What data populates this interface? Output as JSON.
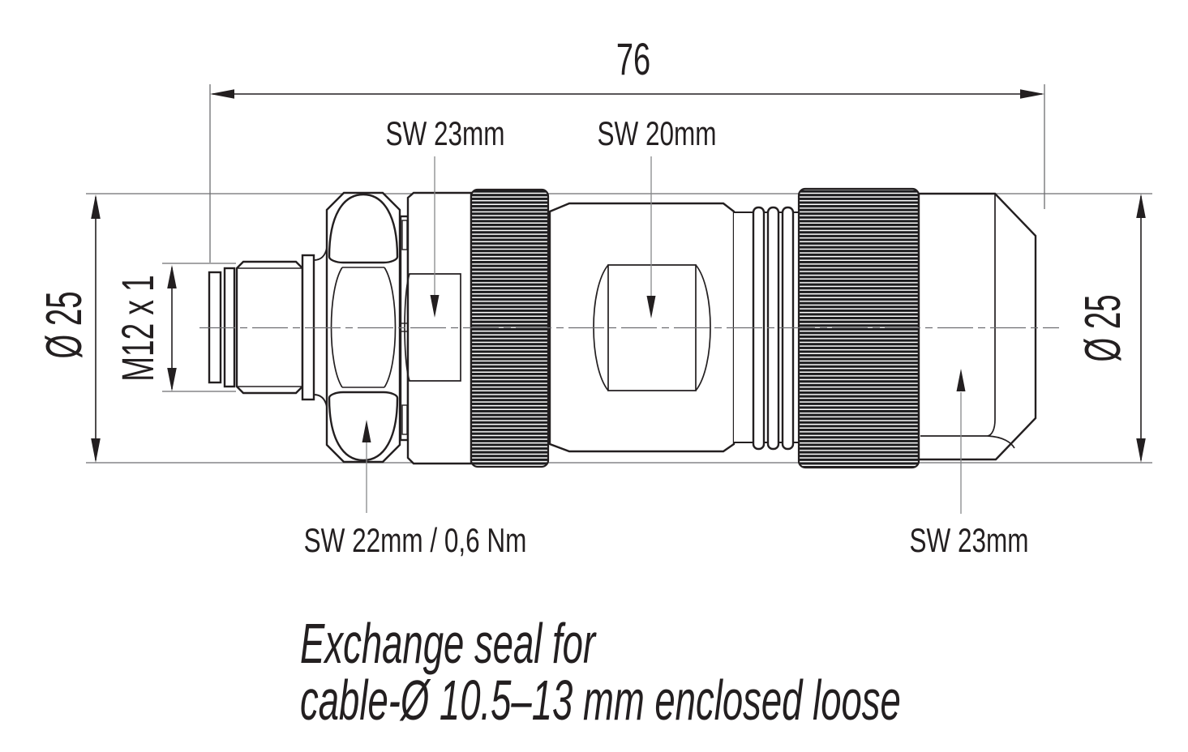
{
  "dimensions": {
    "overall_length": "76",
    "diameter_left": "Ø 25",
    "diameter_right": "Ø 25",
    "thread": "M12 x 1"
  },
  "labels": {
    "front_coupling": "SW 23mm",
    "middle_body": "SW 20mm",
    "hex_torque": "SW 22mm / 0,6 Nm",
    "rear_coupling": "SW 23mm"
  },
  "caption": {
    "line1": "Exchange seal for",
    "line2": "cable-Ø 10.5–13 mm enclosed loose"
  },
  "colors": {
    "line": "#231f20",
    "leader": "#87888a",
    "witness": "#6d6e71",
    "background": "#ffffff"
  }
}
